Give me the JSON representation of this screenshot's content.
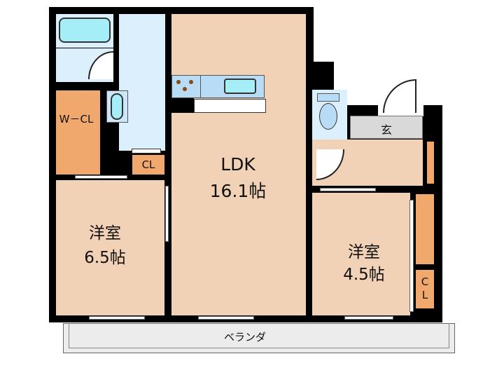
{
  "rooms": {
    "ldk": {
      "name": "LDK",
      "size": "16.1帖"
    },
    "western_left": {
      "name": "洋室",
      "size": "6.5帖"
    },
    "western_right": {
      "name": "洋室",
      "size": "4.5帖"
    },
    "walk_in_closet": {
      "name": "W－CL"
    },
    "closet_center": {
      "name": "CL"
    },
    "closet_right": {
      "name": "C\nL"
    },
    "entrance": {
      "name": "玄"
    },
    "balcony": {
      "name": "ベランダ"
    }
  }
}
